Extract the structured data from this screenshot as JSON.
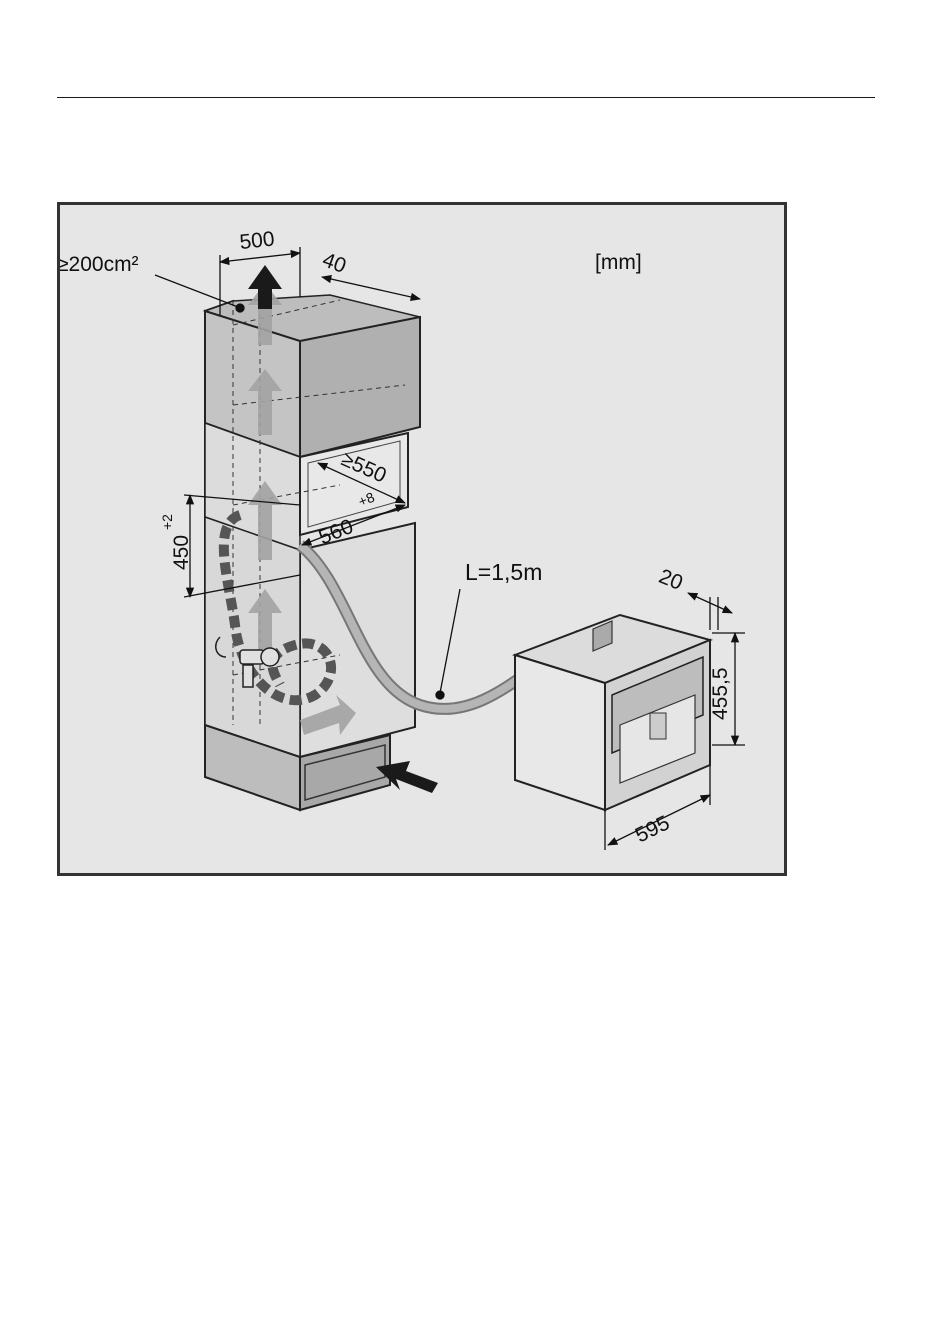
{
  "figure": {
    "unit_label": "[mm]",
    "labels": {
      "vent_area": "≥200cm²",
      "cabinet_width": "500",
      "top_gap": "40",
      "niche_depth": "≥550",
      "niche_width_value": "560",
      "niche_width_tol": "+8",
      "niche_height_value": "450",
      "niche_height_tol": "+2",
      "cable_length": "L=1,5m",
      "front_depth": "20",
      "appliance_height": "455,5",
      "appliance_width": "595"
    }
  }
}
